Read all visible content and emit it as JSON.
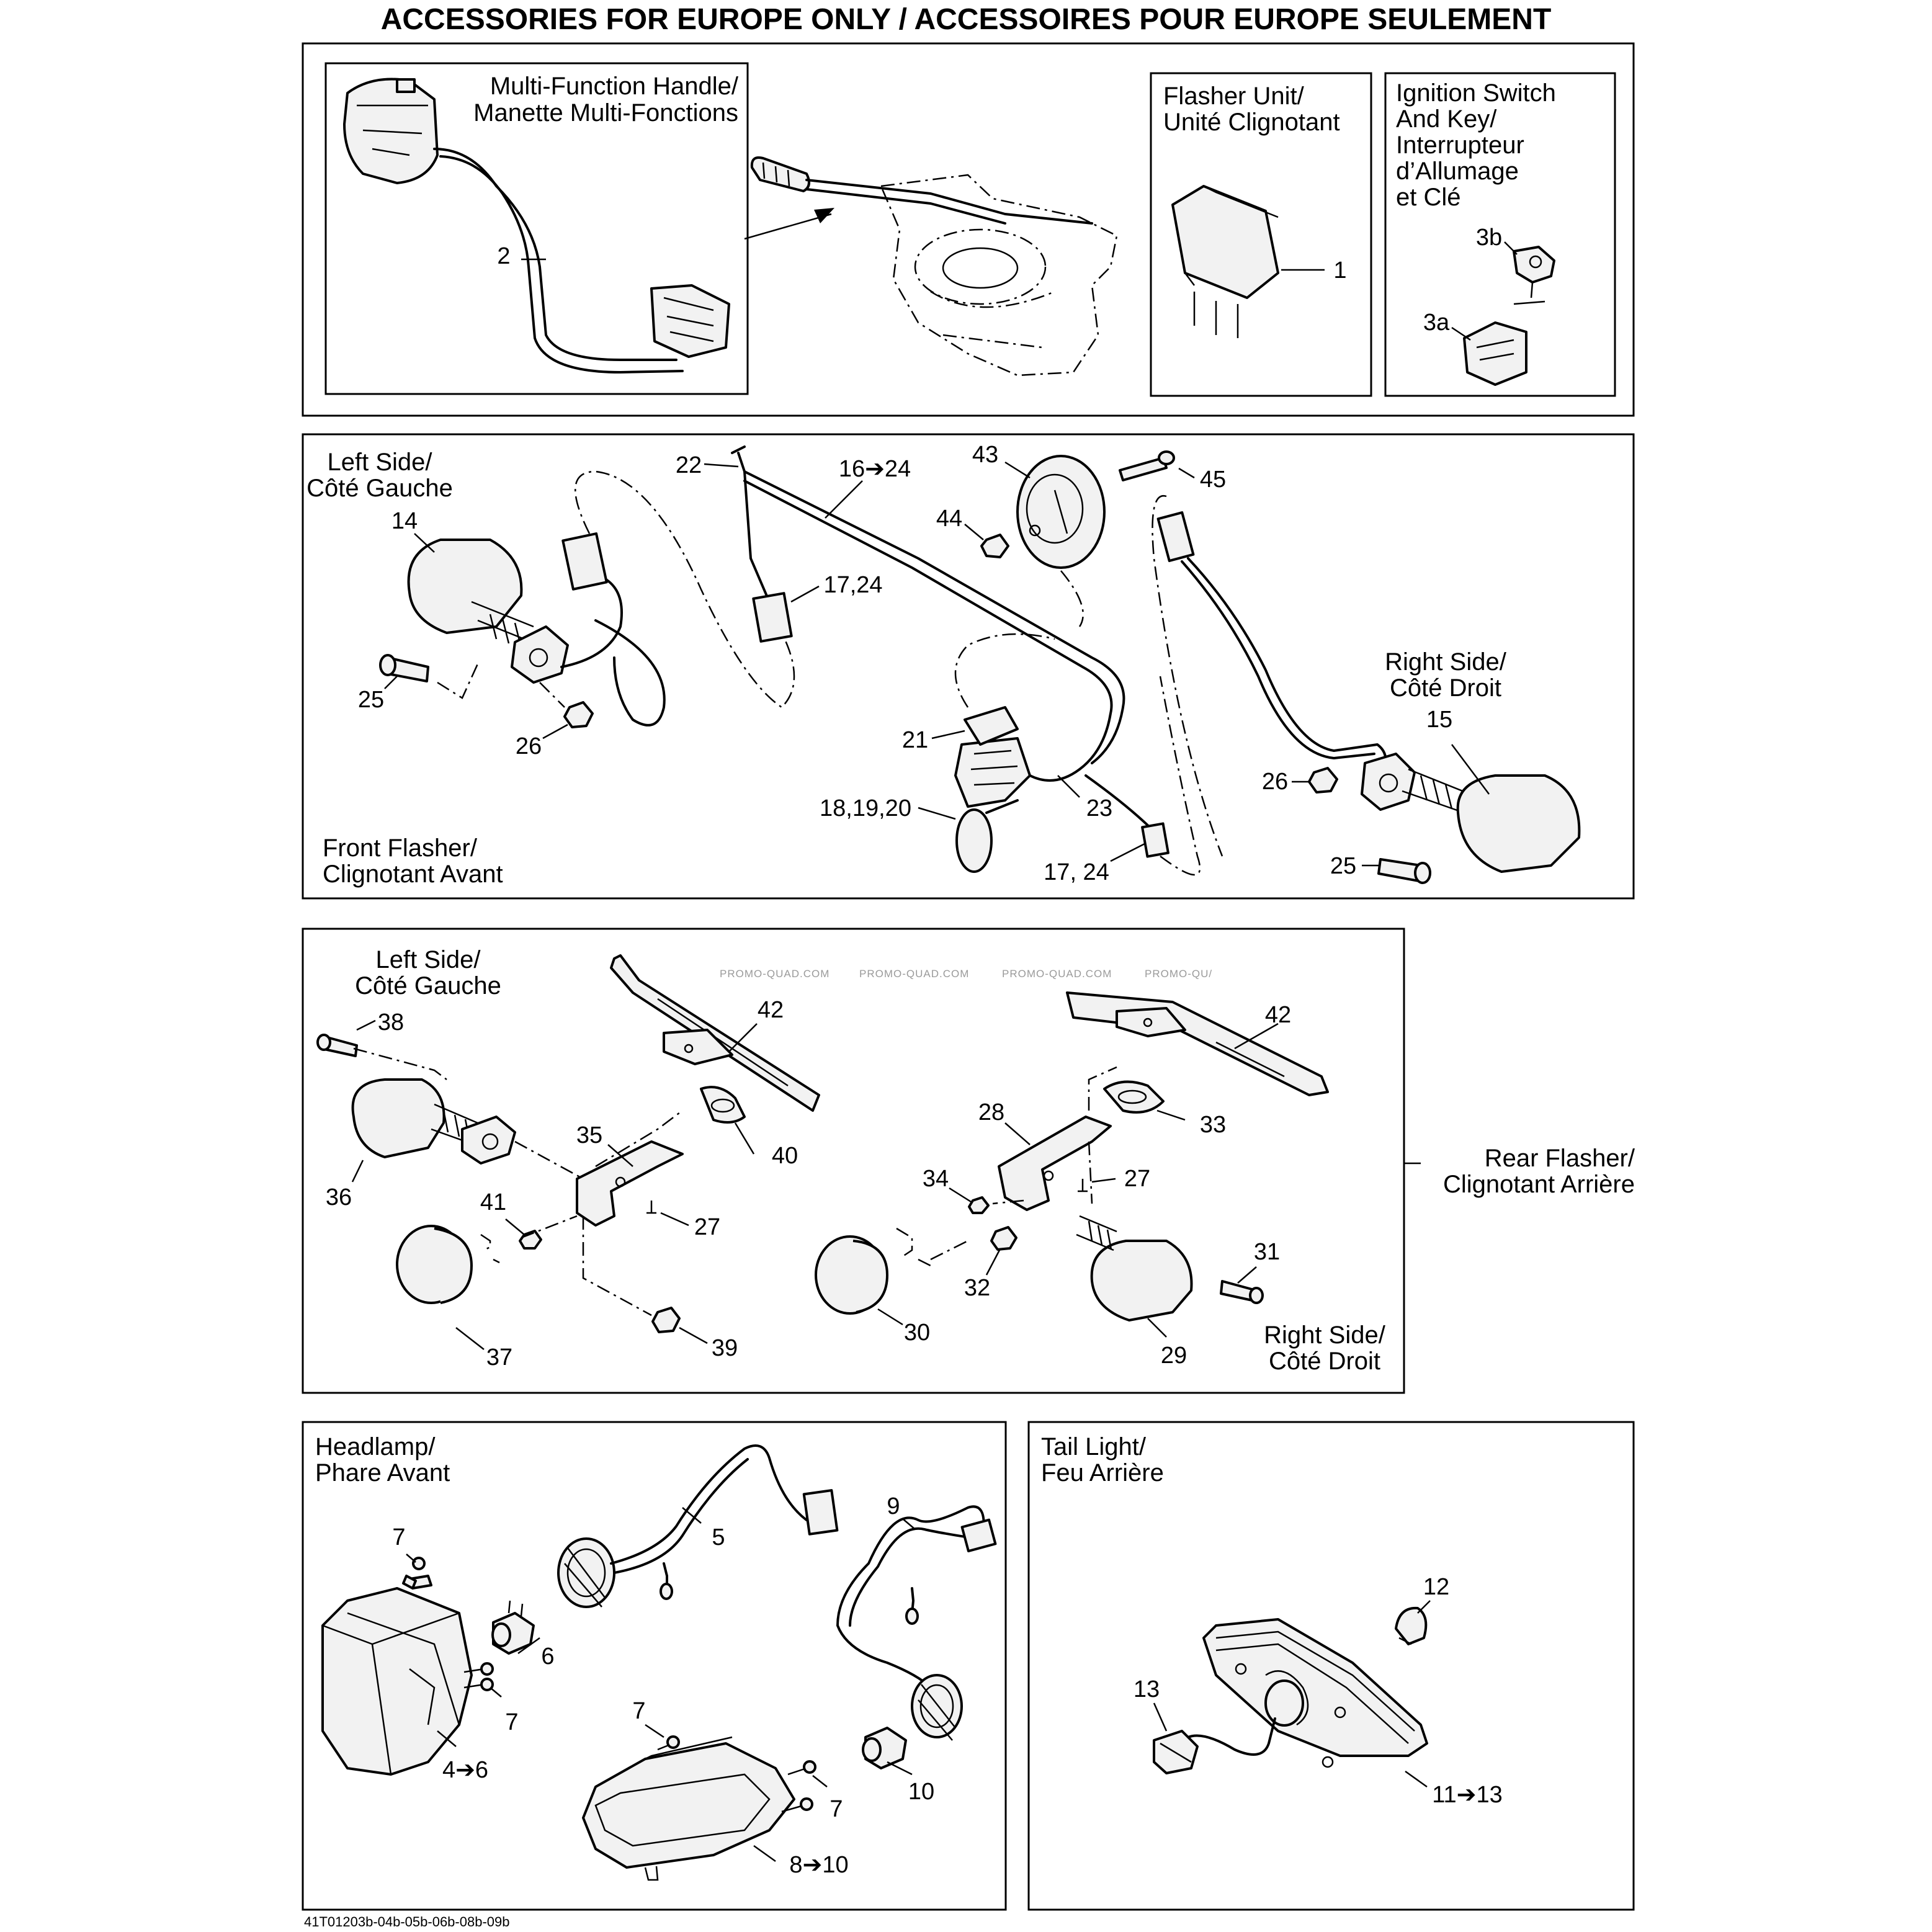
{
  "title": "ACCESSORIES FOR EUROPE ONLY / ACCESSOIRES POUR EUROPE SEULEMENT",
  "footer_code": "41T01203b-04b-05b-06b-08b-09b",
  "watermark": "PROMO-QUAD.COM",
  "watermark_cut": "PROMO-QU/",
  "panels": {
    "handle": {
      "caption": [
        "Multi-Function Handle/",
        "Manette Multi-Fonctions"
      ],
      "callouts": [
        "2"
      ]
    },
    "flasher_unit": {
      "caption": [
        "Flasher Unit/",
        "Unité Clignotant"
      ],
      "callouts": [
        "1"
      ]
    },
    "ignition": {
      "caption": [
        "Ignition Switch",
        "And Key/",
        "Interrupteur",
        "d’Allumage",
        "et Clé"
      ],
      "callouts": [
        "3b",
        "3a"
      ]
    },
    "front_flasher": {
      "left_caption": [
        "Left Side/",
        "Côté Gauche"
      ],
      "right_caption": [
        "Right Side/",
        "Côté Droit"
      ],
      "section_caption": [
        "Front Flasher/",
        "Clignotant Avant"
      ],
      "callouts": [
        "14",
        "25",
        "26",
        "22",
        "16➔24",
        "17,24",
        "43",
        "44",
        "45",
        "21",
        "18,19,20",
        "23",
        "17, 24",
        "15",
        "26",
        "25"
      ]
    },
    "rear_flasher": {
      "left_caption": [
        "Left Side/",
        "Côté Gauche"
      ],
      "right_caption": [
        "Right Side/",
        "Côté Droit"
      ],
      "section_caption": [
        "Rear Flasher/",
        "Clignotant Arrière"
      ],
      "callouts": [
        "38",
        "42",
        "35",
        "40",
        "36",
        "41",
        "27",
        "37",
        "39",
        "42",
        "28",
        "33",
        "34",
        "27",
        "32",
        "30",
        "31",
        "29"
      ]
    },
    "headlamp": {
      "caption": [
        "Headlamp/",
        "Phare Avant"
      ],
      "callouts": [
        "7",
        "5",
        "9",
        "6",
        "7",
        "4➔6",
        "7",
        "10",
        "7",
        "8➔10"
      ]
    },
    "tail_light": {
      "caption": [
        "Tail Light/",
        "Feu Arrière"
      ],
      "callouts": [
        "12",
        "13",
        "11➔13"
      ]
    }
  }
}
